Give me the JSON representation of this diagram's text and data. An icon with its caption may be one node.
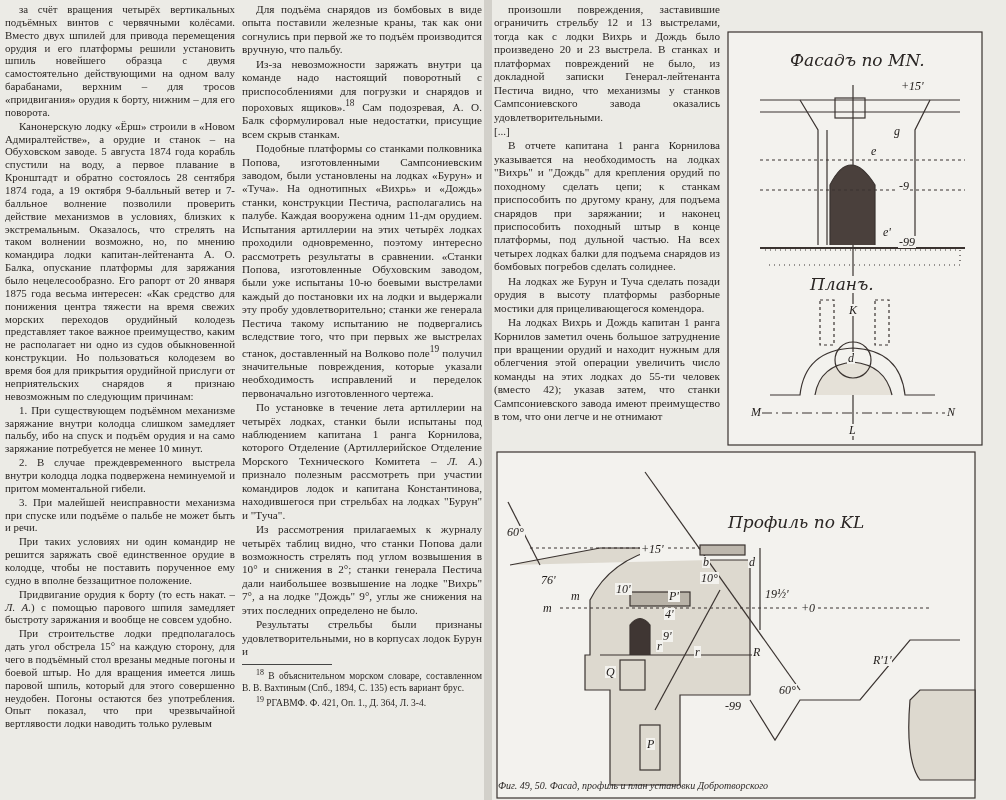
{
  "diagram": {
    "caption": "Фиг. 49, 50. Фасад, профиль и план установки Добротворского",
    "labels": [
      "за счёт вращения четырёх вертикальных подъёмных винтов с червячными колёсами. Вместо двух шпилей для привода перемещения орудия и его платформы решили установить шпиль новейшего образца с двумя самостоятельно действующими на одном валу барабанами, верхним – для тросов «придвигания» орудия к борту, нижним – для его поворота.",
      "Канонерскую лодку «Ёрш» строили в «Новом Адмиралтействе», а орудие и станок – на Обуховском заводе. 5 августа 1874 года корабль спустили на воду, а первое плавание в Кронштадт и обратно состоялось 28 сентября 1874 года, а 19 октября 9-балльный ветер и 7-балльное волнение позволили проверить действие механизмов в условиях, близких к экстремальным. Оказалось, что стрелять на таком волнении возможно, но, по мнению командира лодки капитан-лейтенанта А. О. Балка, опускание платформы для заряжания было нецелесообразно. Его рапорт от 20 января 1875 года весьма интересен: «Как средство для понижения центра тяжести на время свежих морских переходов орудийный колодезь представляет такое важное преимущество, каким не располагает ни одно из судов обыкновенной конструкции. Но пользоваться колодезем во время боя для прикрытия орудийной прислуги от неприятельских снарядов я признаю невозможным по следующим причинам:",
      "1. При существующем подъёмном механизме заряжание внутри колодца слишком замедляет пальбу, ибо на спуск и подъём орудия и на само заряжание потребуется не менее 10 минут.",
      "2. В случае преждевременного выстрела внутри колодца лодка подвержена неминуемой и притом моментальной гибели.",
      "3. При малейшей неисправности механизма при спуске или подъёме о пальбе не может быть и речи.",
      "При таких условиях ни один командир не решится заряжать своё единственное орудие в колодце, чтобы не поставить порученное ему судно в вполне беззащитное положение.",
      "Придвигание орудия к борту (то есть накат. – *Л. А.*) с помощью парового шпиля замедляет быстроту заряжания и вообще не совсем удобно.",
      "При строительстве лодки предполагалось дать угол обстрела 15° на каждую сторону, для чего в подъёмный стол врезаны медные погоны и боевой штыр. Но для вращения имеется лишь паровой шпиль, который для этого совершенно неудобен. Погоны остаются без употребления. Опыт показал, что при чрезвычайной вертлявости лодки наводить только рулевым",
      "Для подъёма снарядов из бомбовых в виде опыта поставили железные краны, так как они согнулись при первой же то подъём производится вручную, что пальбу.",
      "Из-за невозможности заряжать внутри ца команде надо настоящий поворотный с приспособлениями для погрузки и снарядов и пороховых ящиков».$^{18}$ Сам подозревая, А. О. Балк сформулировал ные недостатки, присущие всем скрыв станкам.",
      "Подобные платформы со станками полковника Попова, изготовленными Сампсониевским заводом, были установлены на лодках «Бурун» и «Туча». На однотипных «Вихрь» и «Дождь» станки, конструкции Пестича, располагались на палубе. Каждая вооружена одним 11-дм орудием. Испытания артиллерии на этих четырёх лодках проходили одновременно, поэтому интересно рассмотреть результаты в сравнении. «Станки Попова, изготовленные Обуховским заводом, были уже испытаны 10-ю боевыми выстрелами каждый до постановки их на лодки и выдержали эту пробу удовлетворительно; станки же генерала Пестича такому испытанию не подвергались вследствие того, что при первых же выстрелах станок, доставленный на Волково поле$^{19}$ получил значительные повреждения, которые указали необходимость исправлений и переделок первоначально изготовленного чертежа.",
      "По установке в течение лета артиллерии на четырёх лодках, станки были испытаны под наблюдением капитана 1 ранга Корнилова, которого Отделение (Артиллерийское Отделение Морского Технического Комитета – *Л. А.*) признало полезным рассмотреть при участии командиров лодок и капитана Константинова, находившегося при стрельбах на лодках \"Бурун\" и \"Туча\".",
      "Из рассмотрения прилагаемых к журналу четырёх таблиц видно, что станки Попова дали возможность стрелять под углом возвышения в 10° и снижения в 2°; станки генерала Пестича дали наибольшее возвышение на лодке \"Вихрь\" 7°, а на лодке \"Дождь\" 9°, углы же снижения на этих последних определено не было.",
      "Результаты стрельбы были признаны удовлетворительными, но в корпусах лодок Бурун и",
      "$^{18}$ В объяснительном морском словаре, составленном В. В. Вахтиным (Спб., 1894, С. 135) есть вариант брус.",
      "$^{19}$ РГАВМФ. Ф. 421, Оп. 1., Д. 364, Л. 3-4.",
      "произошли повреждения, заставившие ограничить стрельбу 12 и 13 выстрелами, тогда как с лодки Вихрь и Дождь было произведено 20 и 23 выстрела. В станках и платформах повреждений не было, из докладной записки Генерал-лейтенанта Пестича видно, что механизмы у станков Сампсониевского завода оказались удовлетворительными.",
      "[...]",
      "В отчете капитана 1 ранга Корнилова указывается на необходимость на лодках \"Вихрь\" и \"Дождь\" для крепления орудий по походному сделать цепи; к станкам приспособить по другому крану, для подъема снарядов при заряжании; и наконец приспособить походный штыр в конце платформы, под дульной частью. На всех четырех лодках балки для подъема снарядов из бомбовых погребов сделать солиднее.",
      "На лодках же Бурун и Туча сделать позади орудия в высоту платформы разборные мостики для прицеливающегося комендора.",
      "На лодках Вихрь и Дождь капитан 1 ранга Корнилов заметил очень большое затруднение при вращении орудий и находит нужным для облегчения этой операции увеличить число команды на этих лодках до 55-ти человек (вместо 42); указав затем, что станки Сампсониевского завода имеют преимущество в том, что они легче и не отнимают",
      "Фасадъ по MN.",
      "+15'",
      "g",
      "e",
      "-9",
      "e'",
      "-99",
      "Планъ.",
      "K",
      "d",
      "M",
      "N",
      "L",
      "Профиль по KL",
      "60°",
      "+15'",
      "76'",
      "m",
      "m",
      "10'",
      "P'",
      "4'",
      "9'",
      "b",
      "d",
      "10°",
      "19½'",
      "+0",
      "r",
      "r",
      "R",
      "R'1'",
      "Q",
      "P",
      "60°",
      "-99"
    ]
  }
}
